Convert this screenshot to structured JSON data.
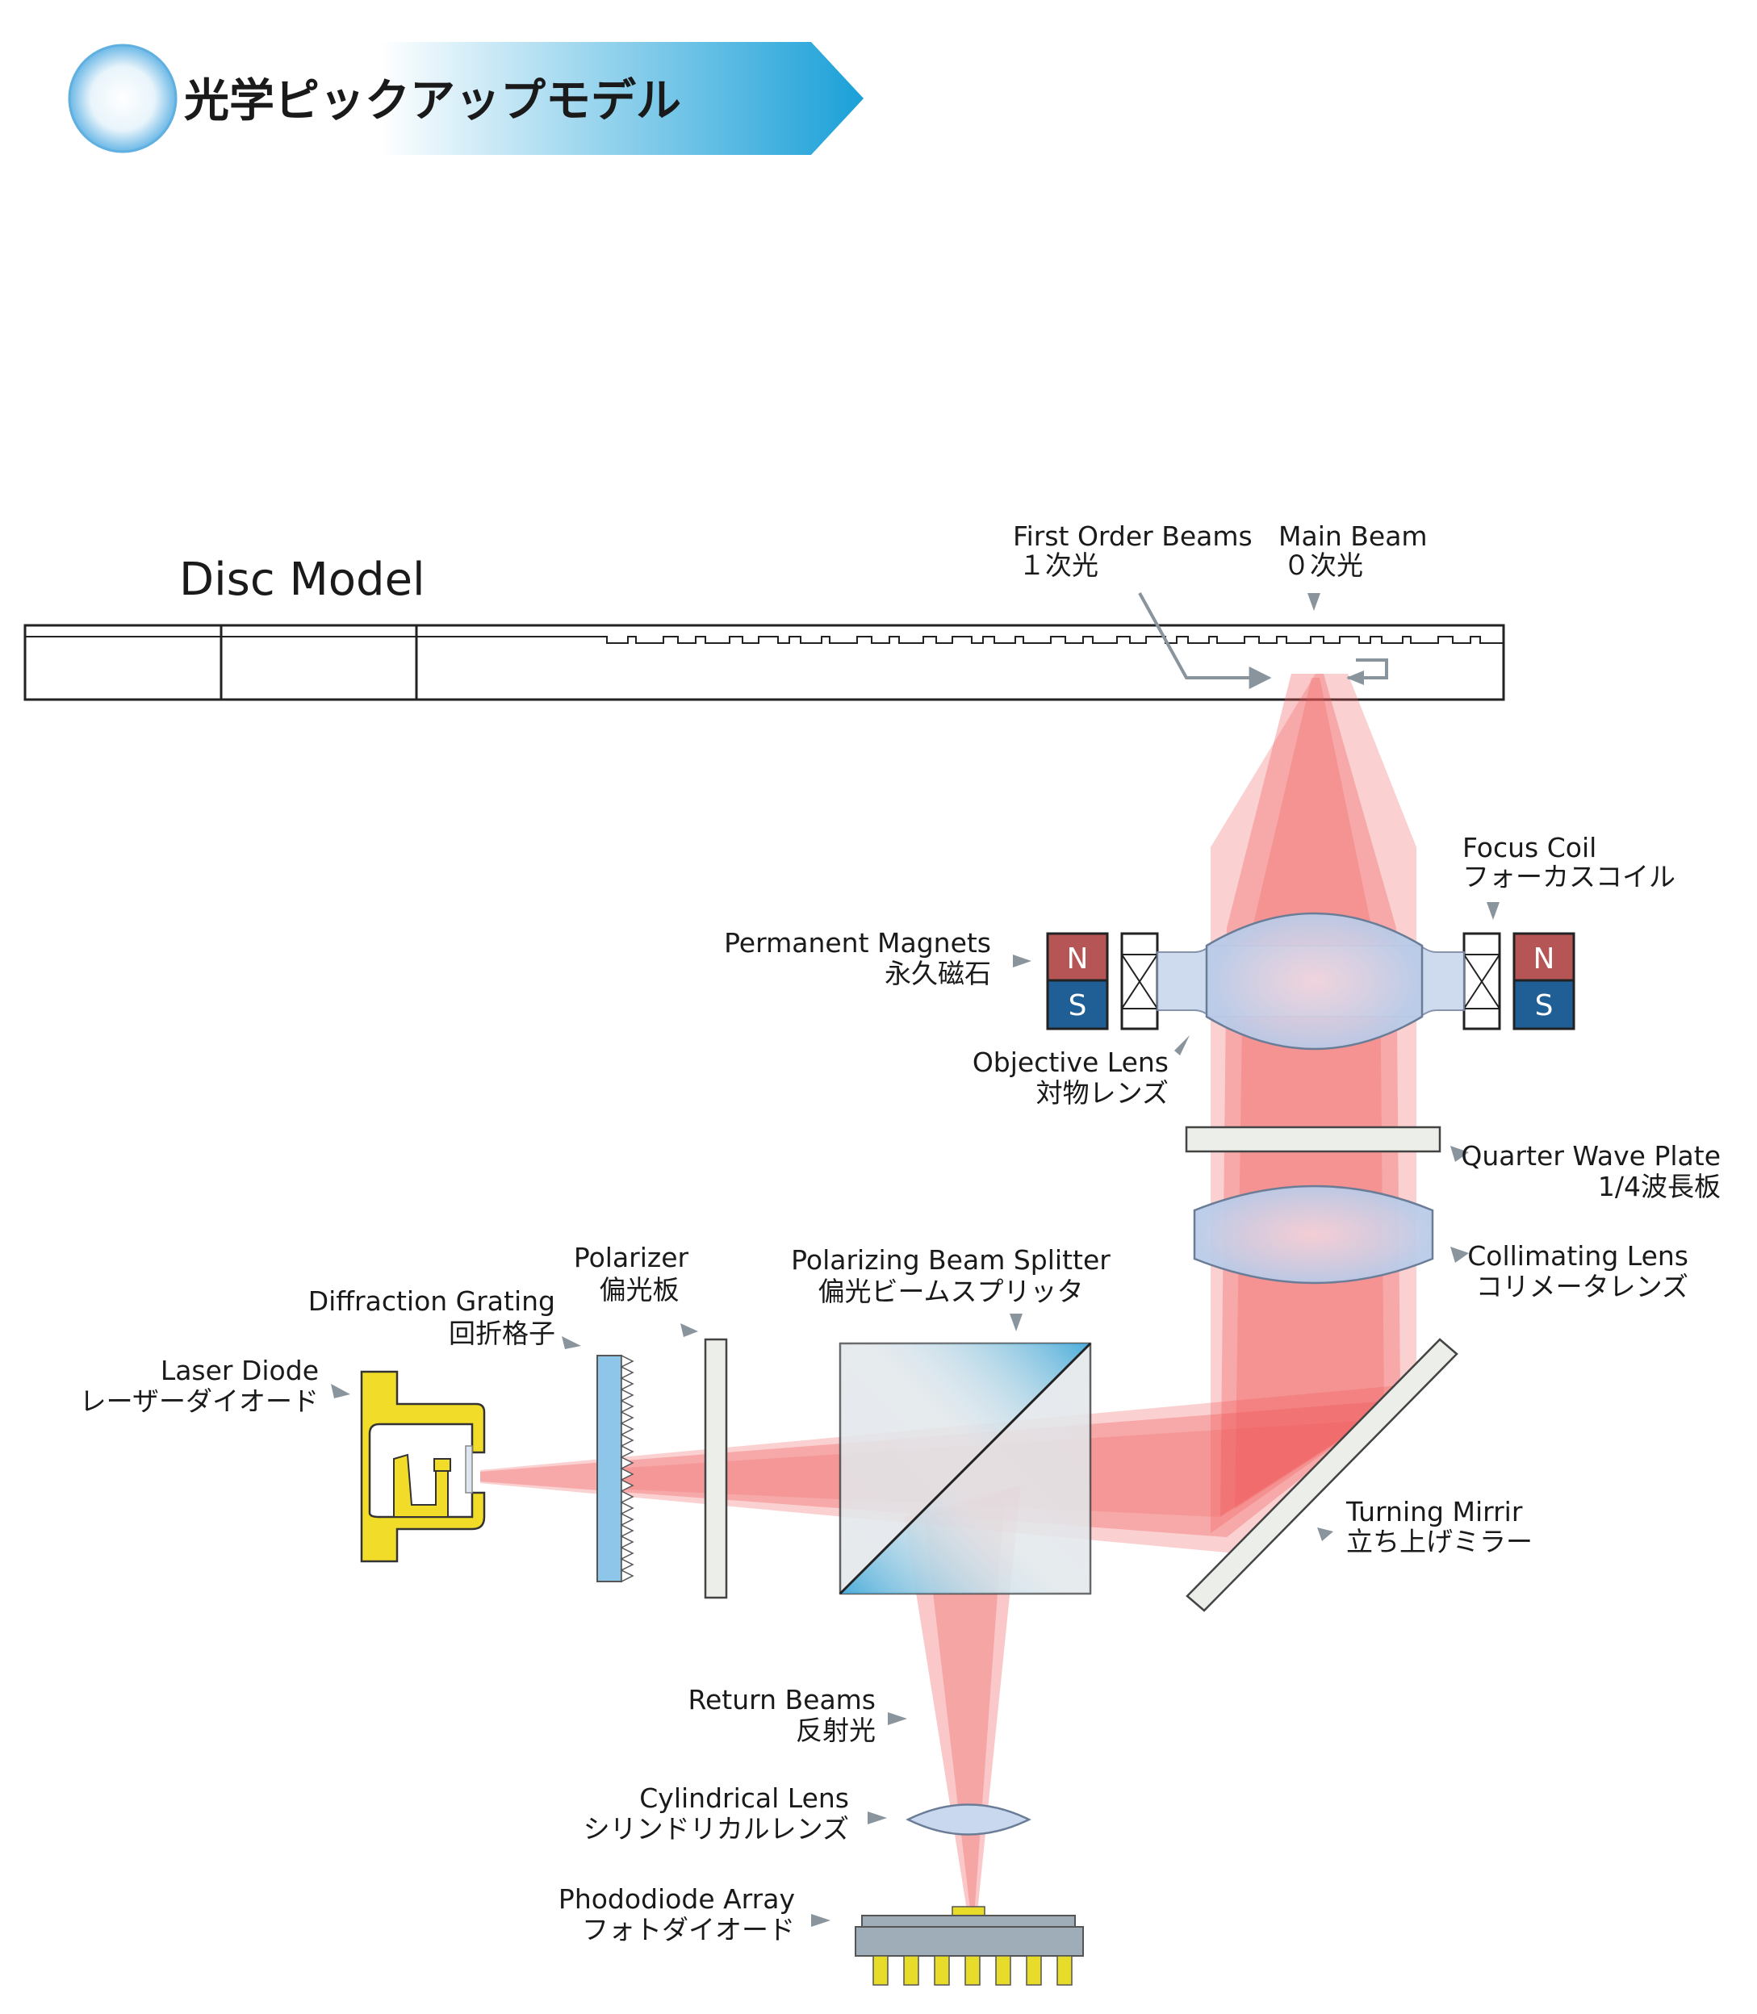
{
  "header": {
    "title": "光学ピックアップモデル",
    "colors": {
      "banner_start": "#ffffff",
      "banner_end": "#1aa0d8",
      "circle": "#8ac8ec"
    }
  },
  "disc": {
    "title": "Disc Model"
  },
  "labels": {
    "first_order_en": "First Order Beams",
    "first_order_jp": "１次光",
    "main_beam_en": "Main Beam",
    "main_beam_jp": "０次光",
    "focus_coil_en": "Focus Coil",
    "focus_coil_jp": "フォーカスコイル",
    "magnets_en": "Permanent Magnets",
    "magnets_jp": "永久磁石",
    "objective_en": "Objective Lens",
    "objective_jp": "対物レンズ",
    "qwp_en": "Quarter Wave Plate",
    "qwp_jp": "1/4波長板",
    "collimating_en": "Collimating Lens",
    "collimating_jp": "コリメータレンズ",
    "pbs_en": "Polarizing Beam Splitter",
    "pbs_jp": "偏光ビームスプリッタ",
    "polarizer_en": "Polarizer",
    "polarizer_jp": "偏光板",
    "grating_en": "Diffraction Grating",
    "grating_jp": "回折格子",
    "laser_en": "Laser Diode",
    "laser_jp": "レーザーダイオード",
    "mirror_en": "Turning Mirrir",
    "mirror_jp": "立ち上げミラー",
    "return_en": "Return Beams",
    "return_jp": "反射光",
    "cyl_en": "Cylindrical Lens",
    "cyl_jp": "シリンドリカルレンズ",
    "pd_en": "Phododiode Array",
    "pd_jp": "フォトダイオード",
    "magnet_n": "N",
    "magnet_s": "S"
  },
  "colors": {
    "beam": "#ef5555",
    "magnet_n": "#b55555",
    "magnet_s": "#1f5f96",
    "laser": "#f2dc2a",
    "lens": "#c9d8ee",
    "arrow": "#8a949c"
  }
}
